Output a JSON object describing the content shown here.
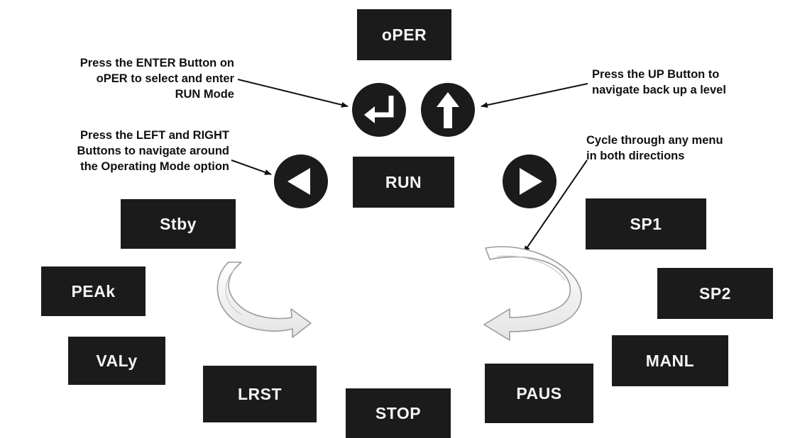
{
  "modes": {
    "oper": "oPER",
    "run": "RUN",
    "stby": "Stby",
    "peak": "PEAk",
    "valy": "VALy",
    "lrst": "LRST",
    "stop": "STOP",
    "paus": "PAUS",
    "manl": "MANL",
    "sp2": "SP2",
    "sp1": "SP1"
  },
  "annotations": {
    "enter": [
      "Press the ENTER Button on",
      "oPER to select and enter",
      "RUN Mode"
    ],
    "left_right": [
      "Press the LEFT and RIGHT",
      "Buttons to navigate around",
      "the Operating Mode option"
    ],
    "up": [
      "Press the UP Button to",
      "navigate back up a level"
    ],
    "cycle": [
      "Cycle through any menu",
      "in both directions"
    ]
  },
  "buttons": [
    "enter-icon",
    "up-arrow-icon",
    "left-arrow-icon",
    "right-arrow-icon"
  ],
  "colors": {
    "box": "#1b1b1b",
    "box_text": "#f4f4f4",
    "text": "#111111"
  }
}
